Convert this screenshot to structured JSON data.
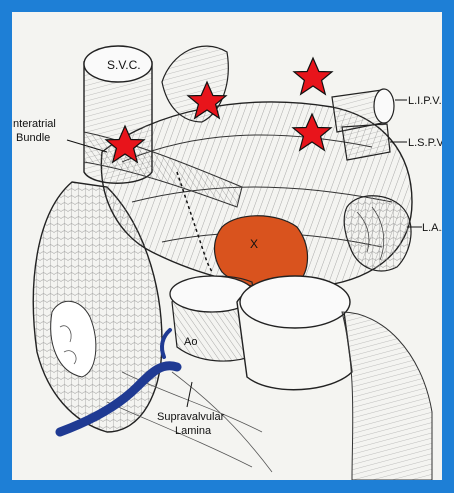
{
  "labels": {
    "svc": "S.V.C.",
    "interatrial_1": "Interatrial",
    "interatrial_2": "Bundle",
    "lipv": "L.I.P.V.",
    "lspv": "L.S.P.V.",
    "laa": "L.A.A",
    "x": "X",
    "ao": "Ao",
    "supravalvular_1": "Supravalvular",
    "supravalvular_2": "Lamina"
  },
  "colors": {
    "border": "#1e7fd6",
    "star_fill": "#e8141b",
    "marked_region": "#d9531e",
    "vessel_blue": "#1f3a93",
    "ink": "#222222"
  },
  "markers": {
    "count": 4,
    "shape": "star"
  }
}
